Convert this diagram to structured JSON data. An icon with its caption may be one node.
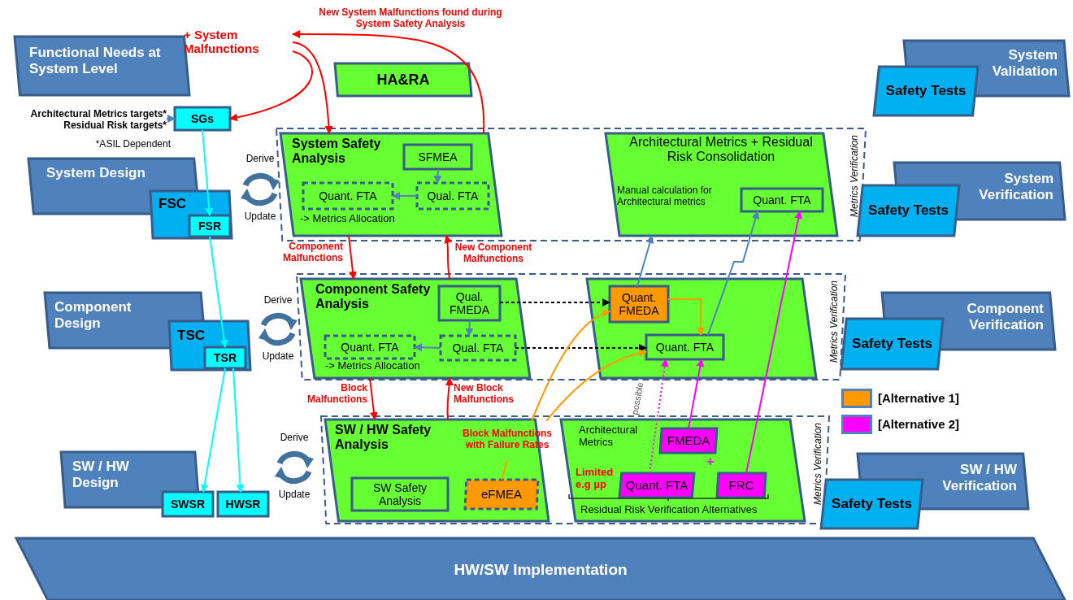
{
  "diagram": {
    "nodes": [
      {
        "text": [
          "Functional Needs at System Level"
        ]
      },
      {
        "text": [
          "+ System Malfunctions"
        ]
      },
      {
        "text": [
          "HA&RA"
        ]
      },
      {
        "text": [
          "Architectural Metrics targets*",
          "Residual Risk targets*"
        ]
      },
      {
        "text": [
          "SGs"
        ]
      },
      {
        "text": [
          "System Validation"
        ]
      },
      {
        "text": [
          "Safety Tests"
        ]
      },
      {
        "text": [
          "System Design"
        ]
      },
      {
        "text": [
          "FSC"
        ]
      },
      {
        "text": [
          "FSR"
        ],
        "in": 8
      },
      {
        "text": [
          "Metrics Verification"
        ]
      },
      {
        "text": [
          "System Safety Analysis",
          "-> Metrics Allocation"
        ],
        "in": 10
      },
      {
        "text": [
          "SFMEA"
        ],
        "in": 11
      },
      {
        "text": [
          "Quant. FTA"
        ],
        "in": 11
      },
      {
        "text": [
          "Qual. FTA"
        ],
        "in": 11
      },
      {
        "text": [
          "Architectural Metrics + Residual Risk Consolidation",
          "Manual calculation for Architectural metrics"
        ],
        "in": 10
      },
      {
        "text": [
          "Quant. FTA"
        ],
        "in": 15
      },
      {
        "text": [
          "System Verification"
        ]
      },
      {
        "text": [
          "Safety Tests"
        ]
      },
      {
        "text": [
          "Component Design"
        ]
      },
      {
        "text": [
          "TSC"
        ]
      },
      {
        "text": [
          "TSR"
        ],
        "in": 20
      },
      {
        "text": [
          "Metrics Verification"
        ]
      },
      {
        "text": [
          "Component Safety Analysis",
          "-> Metrics Allocation"
        ],
        "in": 22
      },
      {
        "text": [
          "Qual. FMEDA"
        ],
        "in": 23
      },
      {
        "text": [
          "Quant. FTA"
        ],
        "in": 23
      },
      {
        "text": [
          "Qual. FTA"
        ],
        "in": 23
      },
      {
        "text": [],
        "shape": "box",
        "in": 22
      },
      {
        "text": [
          "Quant. FMEDA"
        ],
        "in": 27
      },
      {
        "text": [
          "Quant. FTA"
        ],
        "in": 27
      },
      {
        "text": [
          "Component Verification"
        ]
      },
      {
        "text": [
          "Safety Tests"
        ]
      },
      {
        "text": [
          "SW / HW Design"
        ]
      },
      {
        "text": [
          "SWSR"
        ]
      },
      {
        "text": [
          "HWSR"
        ]
      },
      {
        "text": [
          "Metrics Verification"
        ]
      },
      {
        "text": [
          "SW / HW Safety Analysis"
        ],
        "in": 35
      },
      {
        "text": [
          "Block Malfunctions with Failure Rates"
        ],
        "in": 36
      },
      {
        "text": [
          "SW Safety Analysis"
        ],
        "in": 36
      },
      {
        "text": [
          "eFMEA"
        ],
        "in": 36
      },
      {
        "text": [
          "Architectural Metrics",
          "Limited e.g µp",
          "Residual Risk Verification Alternatives"
        ],
        "in": 35
      },
      {
        "text": [
          "FMEDA"
        ],
        "in": 40
      },
      {
        "text": [
          "Quant. FTA"
        ],
        "in": 40
      },
      {
        "text": [
          "FRC"
        ],
        "in": 40
      },
      {
        "text": [
          "SW / HW Verification"
        ]
      },
      {
        "text": [
          "Safety Tests"
        ]
      },
      {
        "text": [
          "HW/SW Implementation"
        ]
      }
    ],
    "edges": [
      {
        "from": 1,
        "to": 4,
        "arrow": "to",
        "color": "#ff0000"
      },
      {
        "from": 1,
        "to": 11,
        "arrow": "to",
        "color": "#ff0000"
      },
      {
        "from": 11,
        "to": 1,
        "arrow": "to",
        "label": "New System Malfunctions found during System Safety Analysis",
        "color": "#ff0000"
      },
      {
        "from": 3,
        "to": 4,
        "arrow": "to",
        "color": "#4f81bd"
      },
      {
        "from": 4,
        "to": 9,
        "arrow": "to",
        "color": "#00ffff"
      },
      {
        "from": 12,
        "to": 14,
        "arrow": "to",
        "color": "#4f81bd"
      },
      {
        "from": 14,
        "to": 13,
        "arrow": "to",
        "color": "#4f81bd"
      },
      {
        "from": 11,
        "to": 23,
        "arrow": "to",
        "label": "Component Malfunctions",
        "color": "#ff0000"
      },
      {
        "from": 23,
        "to": 11,
        "arrow": "to",
        "label": "New Component Malfunctions",
        "color": "#ff0000"
      },
      {
        "from": 9,
        "to": 21,
        "arrow": "to",
        "color": "#00ffff"
      },
      {
        "from": 24,
        "to": 26,
        "arrow": "to",
        "color": "#4f81bd"
      },
      {
        "from": 26,
        "to": 25,
        "arrow": "to",
        "color": "#4f81bd"
      },
      {
        "from": 24,
        "to": 28,
        "arrow": "to",
        "style": "dashed",
        "color": "#000000"
      },
      {
        "from": 26,
        "to": 29,
        "arrow": "to",
        "style": "dashed",
        "color": "#000000"
      },
      {
        "from": 28,
        "to": 29,
        "arrow": "to",
        "color": "#ff9900"
      },
      {
        "from": 28,
        "to": 15,
        "arrow": "to",
        "color": "#4f81bd"
      },
      {
        "from": 29,
        "to": 16,
        "arrow": "to",
        "color": "#4f81bd"
      },
      {
        "from": 23,
        "to": 36,
        "arrow": "to",
        "label": "Block Malfunctions",
        "color": "#ff0000"
      },
      {
        "from": 36,
        "to": 23,
        "arrow": "to",
        "label": "New Block Malfunctions",
        "color": "#ff0000"
      },
      {
        "from": 21,
        "to": 33,
        "arrow": "to",
        "color": "#00ffff"
      },
      {
        "from": 21,
        "to": 34,
        "arrow": "to",
        "color": "#00ffff"
      },
      {
        "from": 39,
        "to": 37,
        "arrow": "none",
        "color": "#ff9900"
      },
      {
        "from": 37,
        "to": 28,
        "arrow": "to",
        "color": "#ff9900"
      },
      {
        "from": 37,
        "to": 29,
        "arrow": "to",
        "color": "#ff9900"
      },
      {
        "from": 42,
        "to": 29,
        "arrow": "to",
        "label": "possible",
        "style": "dashed",
        "color": "#ff00ff"
      },
      {
        "from": 41,
        "to": 29,
        "arrow": "to",
        "color": "#ff00ff"
      },
      {
        "from": 43,
        "to": 16,
        "arrow": "to",
        "color": "#ff00ff"
      }
    ],
    "labels": [
      "*ASIL Dependent",
      "Derive",
      "Update",
      "Derive",
      "Update",
      "Derive",
      "Update",
      "+"
    ],
    "legend": [
      {
        "text": "[Alternative 1]",
        "color": "#ff9900"
      },
      {
        "text": "[Alternative 2]",
        "color": "#ff00ff"
      }
    ]
  }
}
